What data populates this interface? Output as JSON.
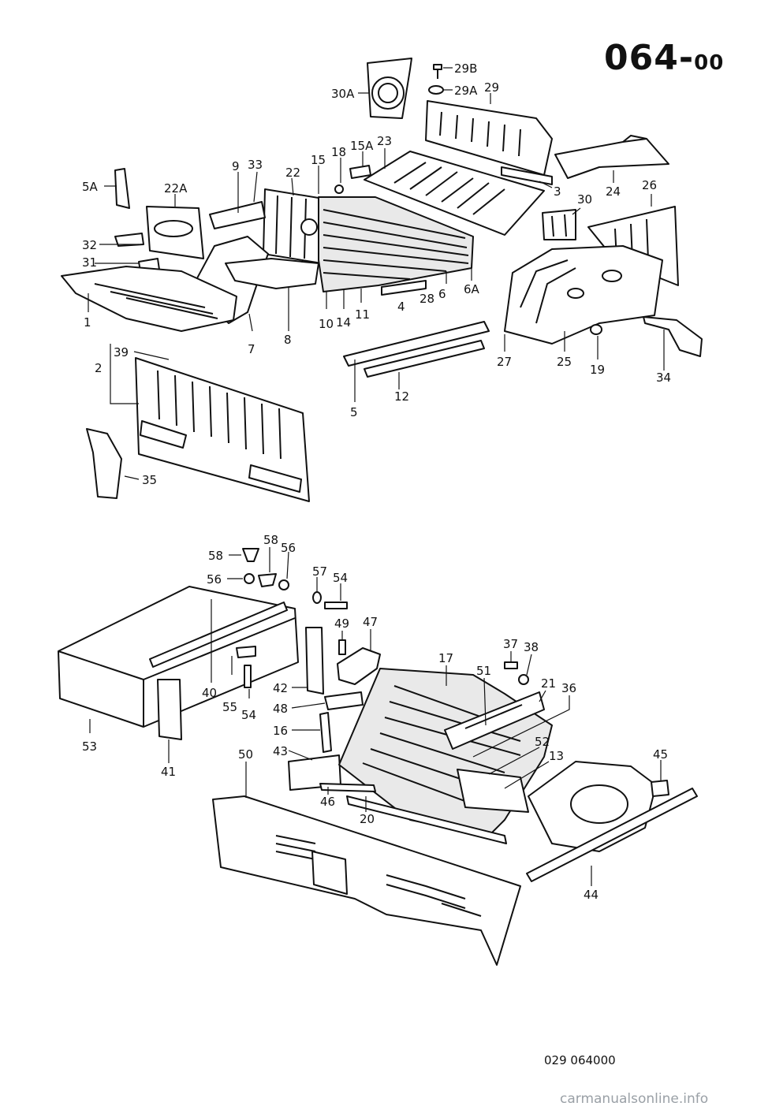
{
  "header": {
    "group": "064",
    "separator": "-",
    "suffix": "00"
  },
  "footer": {
    "drawing_code": "029 064000",
    "watermark": "carmanualsonline.info"
  },
  "callouts": {
    "upper": [
      "29B",
      "29A",
      "29",
      "30A",
      "15A",
      "23",
      "18",
      "15",
      "9",
      "33",
      "22",
      "22A",
      "5A",
      "32",
      "31",
      "1",
      "3",
      "24",
      "26",
      "30",
      "6A",
      "6",
      "28",
      "4",
      "11",
      "14",
      "10",
      "8",
      "7",
      "27",
      "25",
      "19",
      "34",
      "5",
      "12",
      "39",
      "2",
      "35"
    ],
    "lower": [
      "58",
      "58",
      "56",
      "56",
      "57",
      "54",
      "49",
      "47",
      "37",
      "38",
      "17",
      "51",
      "21",
      "36",
      "42",
      "40",
      "55",
      "54",
      "48",
      "16",
      "43",
      "53",
      "41",
      "50",
      "52",
      "13",
      "45",
      "46",
      "20",
      "44"
    ]
  }
}
